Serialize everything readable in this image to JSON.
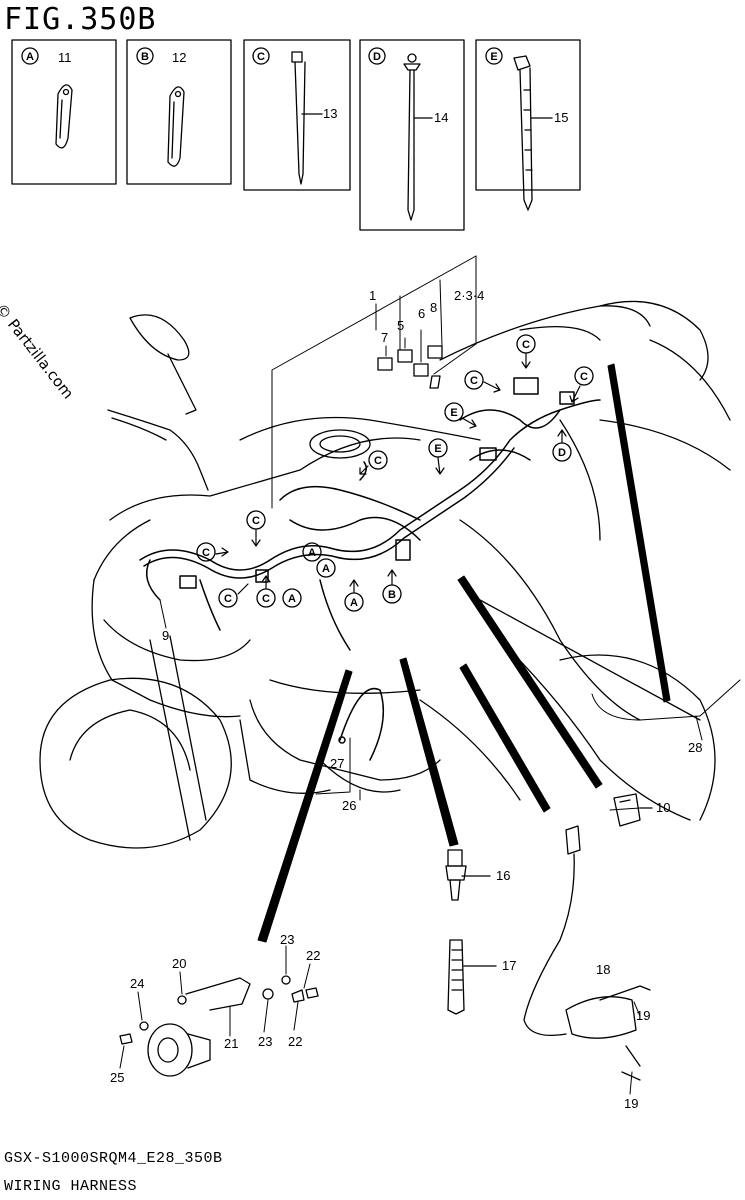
{
  "figure": {
    "title": "FIG.350B"
  },
  "footer": {
    "model_code": "GSX-S1000SRQM4_E28_350B",
    "section_name": "WIRING HARNESS"
  },
  "watermark": "© Partzilla.com",
  "insets": [
    {
      "key": "A",
      "part": "11",
      "icon": "clamp-icon"
    },
    {
      "key": "B",
      "part": "12",
      "icon": "clamp-icon"
    },
    {
      "key": "C",
      "part": "13",
      "icon": "cable-tie-icon"
    },
    {
      "key": "D",
      "part": "14",
      "icon": "push-tie-icon"
    },
    {
      "key": "E",
      "part": "15",
      "icon": "cable-tie-icon"
    }
  ],
  "callouts": {
    "p1": "1",
    "p234": "2·3·4",
    "p5": "5",
    "p6": "6",
    "p7": "7",
    "p8": "8",
    "p9": "9",
    "p10": "10",
    "p16": "16",
    "p17": "17",
    "p18": "18",
    "p19a": "19",
    "p19b": "19",
    "p20": "20",
    "p21": "21",
    "p22a": "22",
    "p22b": "22",
    "p23a": "23",
    "p23b": "23",
    "p24": "24",
    "p25": "25",
    "p26": "26",
    "p27": "27",
    "p28": "28"
  },
  "clamp_markers": [
    "C",
    "C",
    "C",
    "C",
    "C",
    "C",
    "C",
    "C",
    "A",
    "A",
    "A",
    "A",
    "B",
    "D",
    "E",
    "E"
  ]
}
